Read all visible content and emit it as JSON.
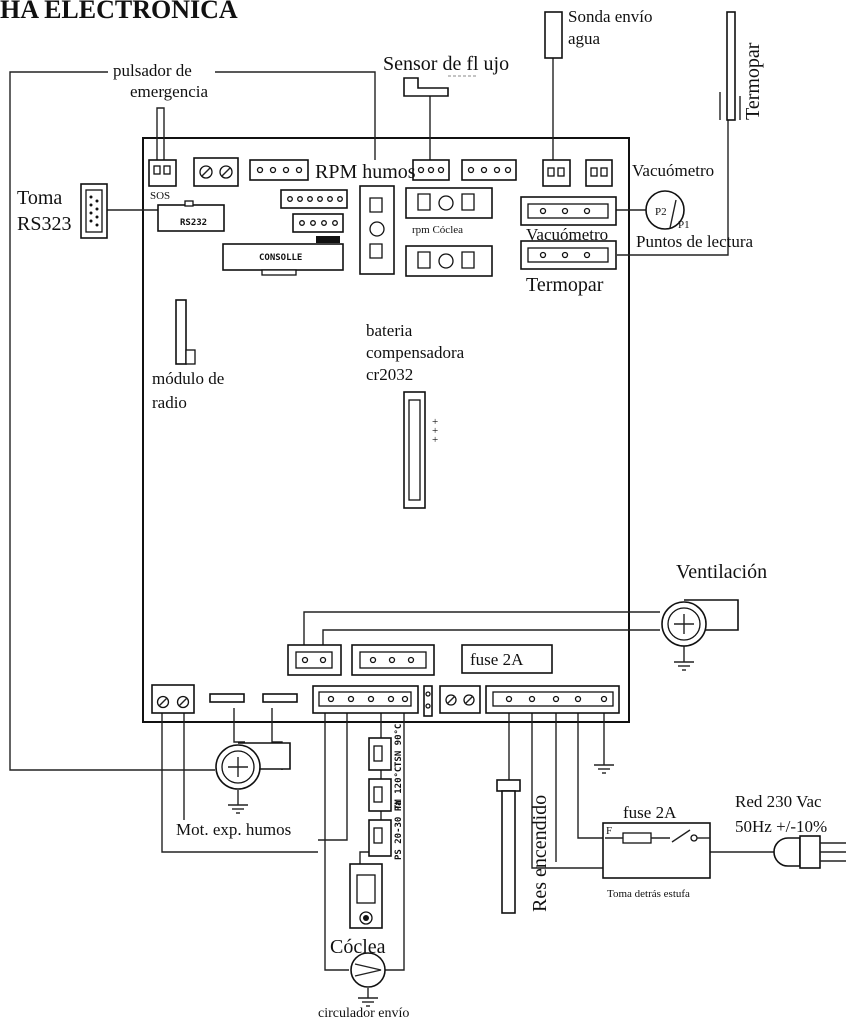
{
  "title": "HA ELECTRONICA",
  "labels": {
    "pulsador_1": "pulsador de",
    "pulsador_2": "emergencia",
    "sensor_flujo": "Sensor de fl ujo",
    "sonda_1": "Sonda envío",
    "sonda_2": "agua",
    "termopar_top": "Termopar",
    "toma_1": "Toma",
    "toma_2": "RS323",
    "sos": "SOS",
    "rs232": "RS232",
    "consolle": "CONSOLLE",
    "rpm_humos": "RPM humos",
    "rpm_coclea": "rpm Cóclea",
    "vacuometro_top": "Vacuómetro",
    "vacuometro_conn": "Vacuómetro",
    "puntos_lectura": "Puntos de lectura",
    "termopar_conn": "Termopar",
    "gauge_p2": "P2",
    "gauge_p1": "P1",
    "modulo_1": "módulo de",
    "modulo_2": "radio",
    "bateria_1": "bateria",
    "bateria_2": "compensadora",
    "bateria_3": "cr2032",
    "ventilacion": "Ventilación",
    "fuse_board": "fuse 2A",
    "fuse_ext": "fuse 2A",
    "red_1": "Red 230 Vac",
    "red_2": "50Hz +/-10%",
    "toma_detras": "Toma detrás estufa",
    "res_encendido": "Res encendido",
    "mot_exp": "Mot. exp. humos",
    "coclea": "Cóclea",
    "circulador": "circulador envío",
    "thermo_1": "TSN 90°C",
    "thermo_2": "TM 120°C",
    "thermo_3": "PS 20-30 Pa",
    "fuse_f": "F"
  }
}
